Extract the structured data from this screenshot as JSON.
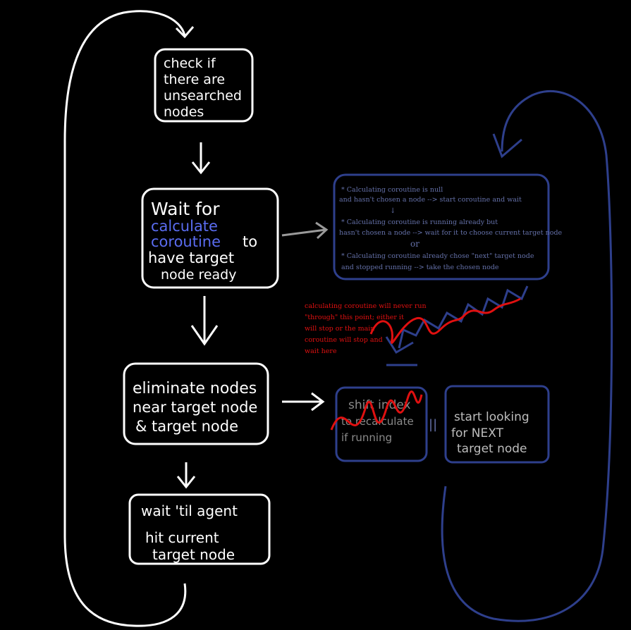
{
  "flow": {
    "step1": {
      "lines": [
        "check if",
        "there are",
        "unsearched",
        "nodes"
      ]
    },
    "step2": {
      "lines": [
        "Wait for",
        "calculate",
        "coroutine",
        "to",
        "have target",
        "node ready"
      ]
    },
    "step3": {
      "lines": [
        "eliminate nodes",
        "near target node",
        "& target node"
      ]
    },
    "step4": {
      "lines": [
        "wait 'til agent",
        "hit current",
        "target node"
      ]
    }
  },
  "coroutine_panel": {
    "lines": [
      "* Calculating coroutine is null",
      "and hasn't chosen a node --> start coroutine and wait",
      "↓",
      "* Calculating coroutine is running already but",
      "hasn't chosen a node --> wait for it to choose current target node",
      "or",
      "* Calculating coroutine already chose \"next\" target node",
      "and stopped running --> take the chosen node"
    ]
  },
  "red_note": {
    "lines": [
      "calculating coroutine will never run",
      "\"through\" this point; either it",
      "will stop or the main",
      "coroutine will stop and",
      "wait here"
    ]
  },
  "crossed_box": {
    "lines": [
      "shift index",
      "to recalculate",
      "if running"
    ]
  },
  "separator": "||",
  "next_box": {
    "lines": [
      "start looking",
      "for NEXT",
      "target node"
    ]
  },
  "colors": {
    "background": "#000000",
    "white": "#ffffff",
    "highlight_blue": "#5a6cf0",
    "dark_blue": "#2e3f8c",
    "panel_text": "#6470a8",
    "grey": "#9a9a9a",
    "red": "#e01010"
  }
}
